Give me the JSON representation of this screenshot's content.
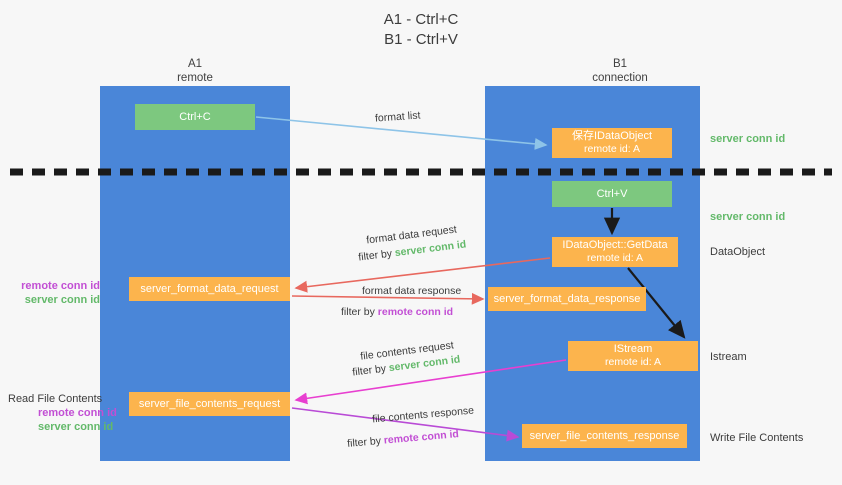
{
  "title": {
    "line1": "A1 - Ctrl+C",
    "line2": "B1 - Ctrl+V"
  },
  "columns": {
    "a1": {
      "name": "A1",
      "role": "remote"
    },
    "b1": {
      "name": "B1",
      "role": "connection"
    }
  },
  "boxes": {
    "ctrl_c": {
      "line1": "Ctrl+C",
      "color": "#7dc87f"
    },
    "save_dataobject": {
      "line1": "保存IDataObject",
      "line2": "remote id: A",
      "color": "#fcb44d"
    },
    "ctrl_v": {
      "line1": "Ctrl+V",
      "color": "#7dc87f"
    },
    "getdata": {
      "line1": "IDataObject::GetData",
      "line2": "remote id: A",
      "color": "#fcb44d"
    },
    "format_data_request": {
      "line1": "server_format_data_request",
      "color": "#fcb44d"
    },
    "format_data_response": {
      "line1": "server_format_data_response",
      "color": "#fcb44d"
    },
    "istream": {
      "line1": "IStream",
      "line2": "remote id: A",
      "color": "#fcb44d"
    },
    "file_contents_request": {
      "line1": "server_file_contents_request",
      "color": "#fcb44d"
    },
    "file_contents_response": {
      "line1": "server_file_contents_response",
      "color": "#fcb44d"
    }
  },
  "edge_labels": {
    "format_list": "format list",
    "format_data_request": "format data request",
    "format_data_request_filter_prefix": "filter by ",
    "format_data_request_filter_value": "server conn id",
    "format_data_response": "format data response",
    "format_data_response_filter_prefix": "filter by ",
    "format_data_response_filter_value": "remote conn id",
    "file_contents_request": "file contents request",
    "file_contents_request_filter_prefix": "filter by ",
    "file_contents_request_filter_value": "server conn id",
    "file_contents_response": "file contents response",
    "file_contents_response_filter_prefix": "filter by ",
    "file_contents_response_filter_value": "remote conn id"
  },
  "side_labels": {
    "server_conn_id_top": "server conn id",
    "server_conn_id_mid": "server conn id",
    "dataobject": "DataObject",
    "istream": "Istream",
    "write_file_contents": "Write File Contents",
    "read_file_contents": "Read File Contents",
    "remote_conn_id": "remote conn id",
    "server_conn_id": "server conn id"
  },
  "colors": {
    "lane": "#4a86d8",
    "green_box": "#7dc87f",
    "orange_box": "#fcb44d",
    "green_text": "#63b96a",
    "purple_text": "#c24fd4",
    "light_blue_arrow": "#8ec4e8",
    "red_arrow": "#e8685e",
    "magenta_arrow": "#e040c0",
    "purple_arrow": "#a martin"
  }
}
